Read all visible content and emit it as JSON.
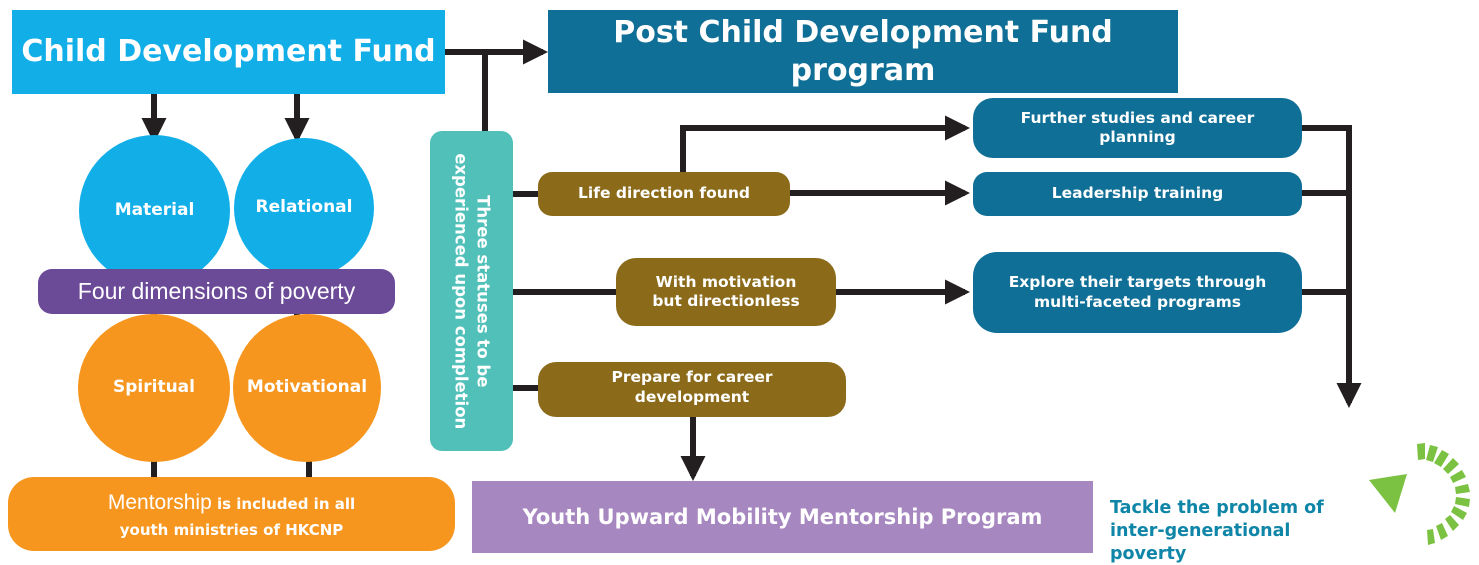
{
  "cdf_title": "Child Development Fund",
  "post_title": "Post Child Development Fund program",
  "dimensions": {
    "material": "Material",
    "relational": "Relational",
    "spiritual": "Spiritual",
    "motivational": "Motivational",
    "label": "Four dimensions of poverty"
  },
  "mentorship": {
    "lead": "Mentorship",
    "rest_1": "is included in all",
    "rest_2": "youth ministries of HKCNP"
  },
  "statuses": {
    "line_1": "Three statuses to be",
    "line_2": "experienced upon completion"
  },
  "status_boxes": {
    "life_direction": "Life direction found",
    "motivation_1": "With motivation",
    "motivation_2": "but directionless",
    "career_1": "Prepare for career",
    "career_2": "development"
  },
  "programs": {
    "further_1": "Further studies and career",
    "further_2": "planning",
    "leadership": "Leadership training",
    "explore_1": "Explore their targets through",
    "explore_2": "multi-faceted programs"
  },
  "youth_program": "Youth Upward Mobility Mentorship Program",
  "tackle": {
    "line_1": "Tackle the problem of",
    "line_2": "inter-generational poverty"
  },
  "colors": {
    "light_blue": "#12aee8",
    "dark_teal": "#0f6f96",
    "orange": "#f6961f",
    "purple": "#6b4a97",
    "olive": "#8b6b1a",
    "mint": "#50c0b9",
    "lavender": "#a787c0",
    "green": "#7cc242",
    "connector": "#231f20"
  }
}
